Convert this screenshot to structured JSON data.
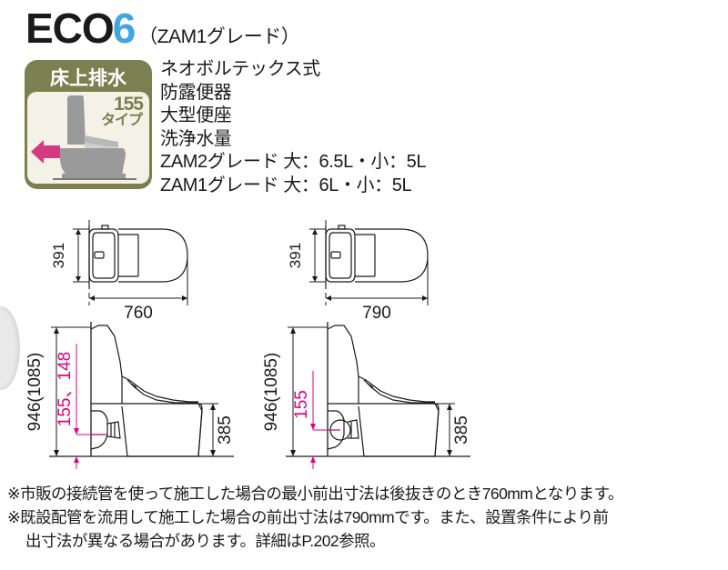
{
  "header": {
    "brand_main": "ECO",
    "brand_number": "6",
    "grade_label": "（ZAM1グレード）",
    "brand_number_color": "#41a5e0"
  },
  "badge": {
    "title": "床上排水",
    "type_number": "155",
    "type_word": "タイプ",
    "badge_color": "#7b8050",
    "inner_color": "#f4f2e6",
    "arrow_color": "#d23b80",
    "toilet_color": "#9a9a9a"
  },
  "specs": [
    "ネオボルテックス式",
    "防露便器",
    "大型便座",
    "洗浄水量",
    "ZAM2グレード 大：6.5L・小：5L",
    "ZAM1グレード 大：6L・小：5L"
  ],
  "drawings": {
    "left_top": {
      "height_dim": "391",
      "length_dim": "760"
    },
    "right_top": {
      "height_dim": "391",
      "length_dim": "790"
    },
    "left_side": {
      "total_height": "946(1085)",
      "drain_height": "155、148",
      "seat_height": "385",
      "drain_color": "#e3007f"
    },
    "right_side": {
      "total_height": "946(1085)",
      "drain_height": "155",
      "seat_height": "385",
      "drain_color": "#e3007f"
    }
  },
  "notes": [
    "※市販の接続管を使って施工した場合の最小前出寸法は後抜きのとき760mmとなります。",
    "※既設配管を流用して施工した場合の前出寸法は790mmです。また、設置条件により前",
    "出寸法が異なる場合があります。詳細はP.202参照。"
  ]
}
